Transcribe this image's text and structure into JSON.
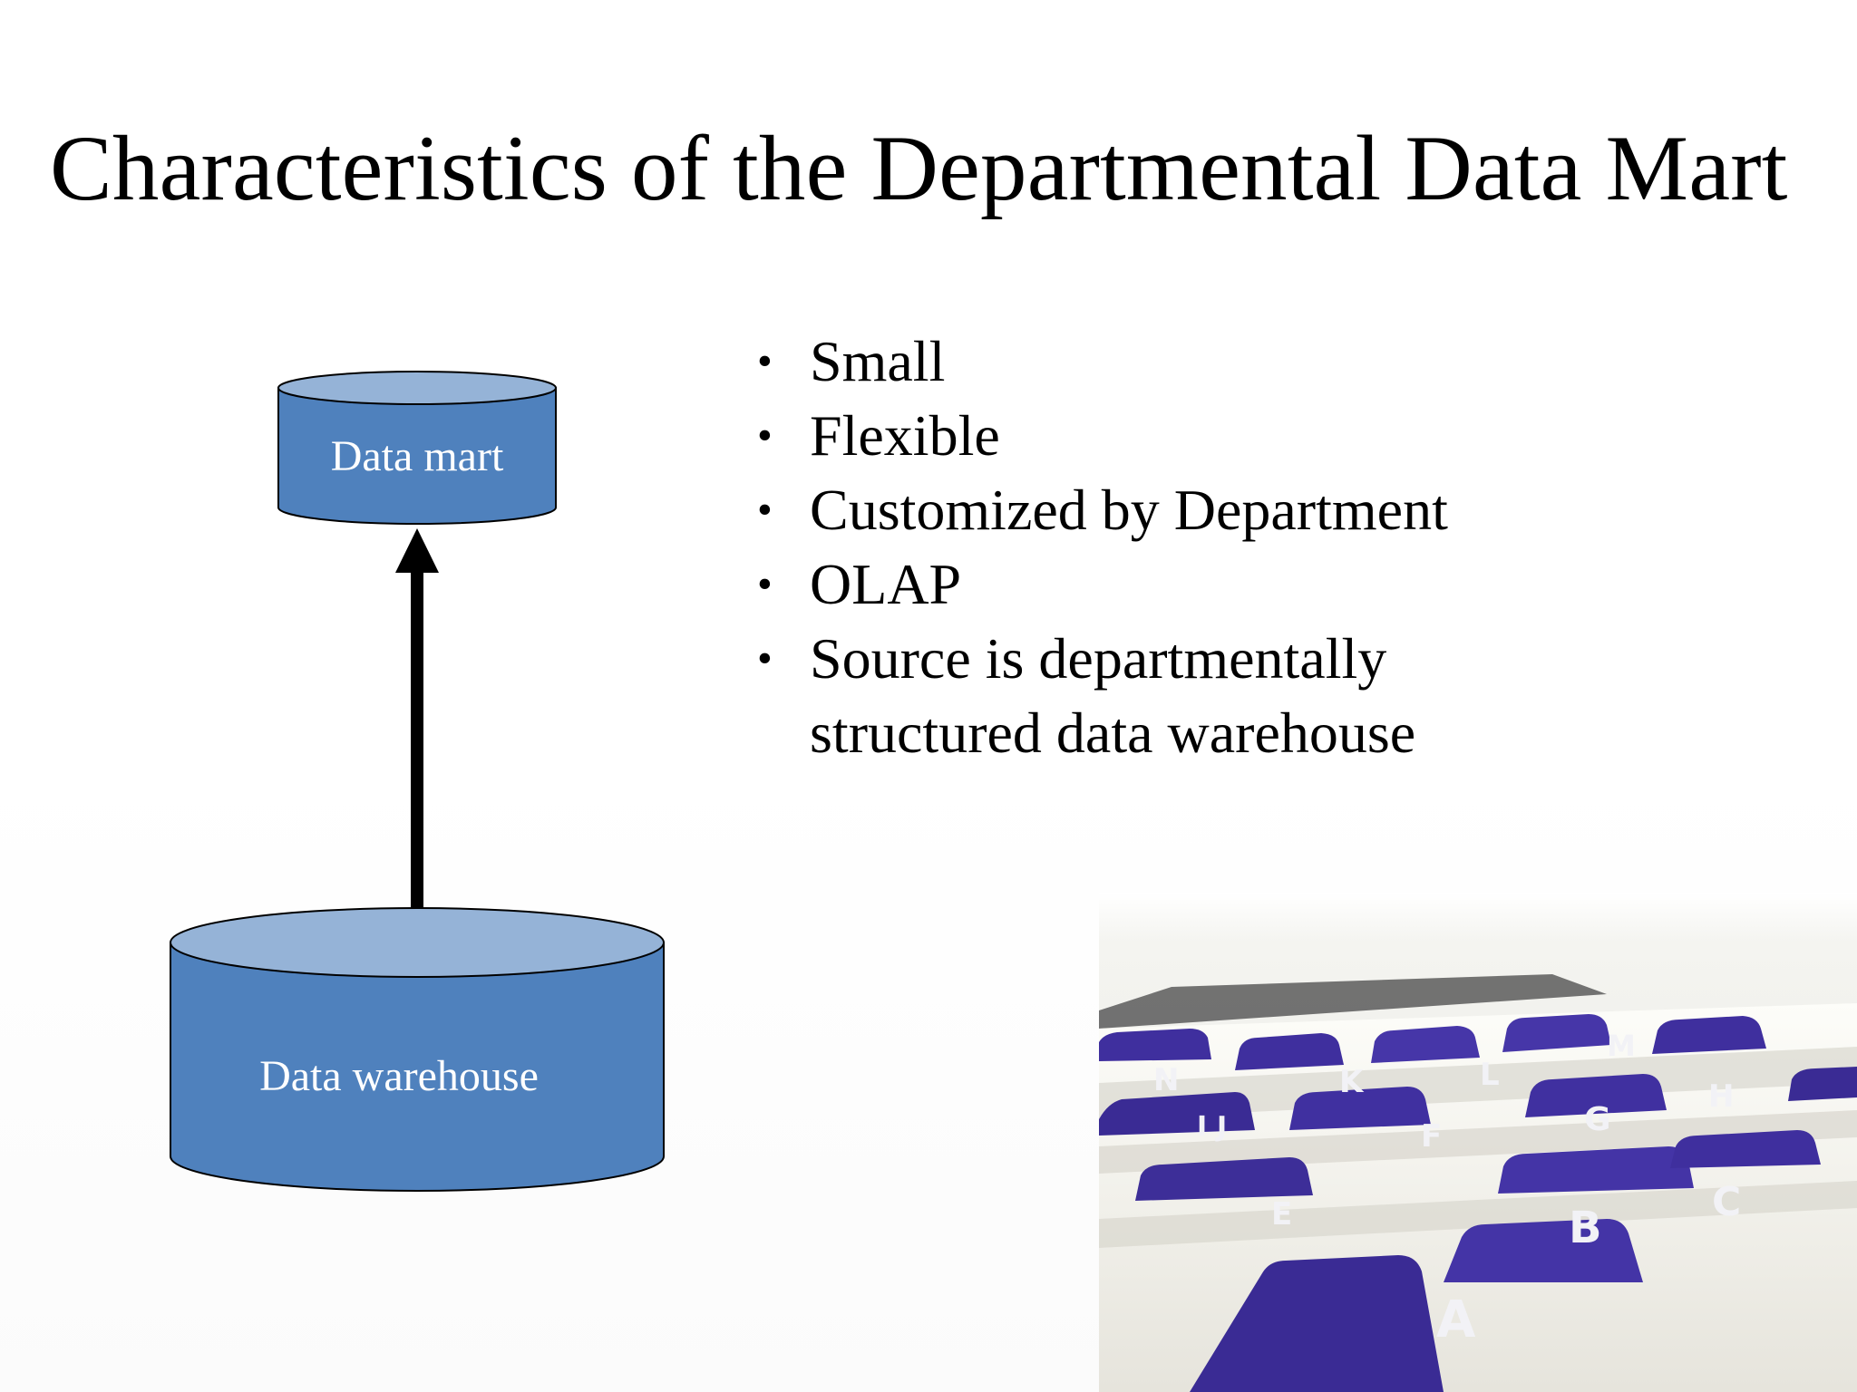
{
  "slide": {
    "title": "Characteristics of the Departmental Data Mart"
  },
  "diagram": {
    "top_store_label": "Data mart",
    "bottom_store_label": "Data warehouse",
    "cylinder_fill": "#4f81bd",
    "cylinder_top_fill": "#95b3d7",
    "arrow_color": "#000000"
  },
  "bullets": [
    {
      "line1": "Small",
      "line2": ""
    },
    {
      "line1": "Flexible",
      "line2": ""
    },
    {
      "line1": "Customized by Department",
      "line2": ""
    },
    {
      "line1": "OLAP",
      "line2": ""
    },
    {
      "line1": "Source is departmentally",
      "line2": "structured data warehouse"
    }
  ],
  "bullet_symbol": "•",
  "photo": {
    "tab_letters": [
      "N",
      "I",
      "J",
      "K",
      "L",
      "M",
      "F",
      "G",
      "H",
      "E",
      "B",
      "C",
      "A"
    ],
    "tab_color": "#3f2f9e"
  }
}
